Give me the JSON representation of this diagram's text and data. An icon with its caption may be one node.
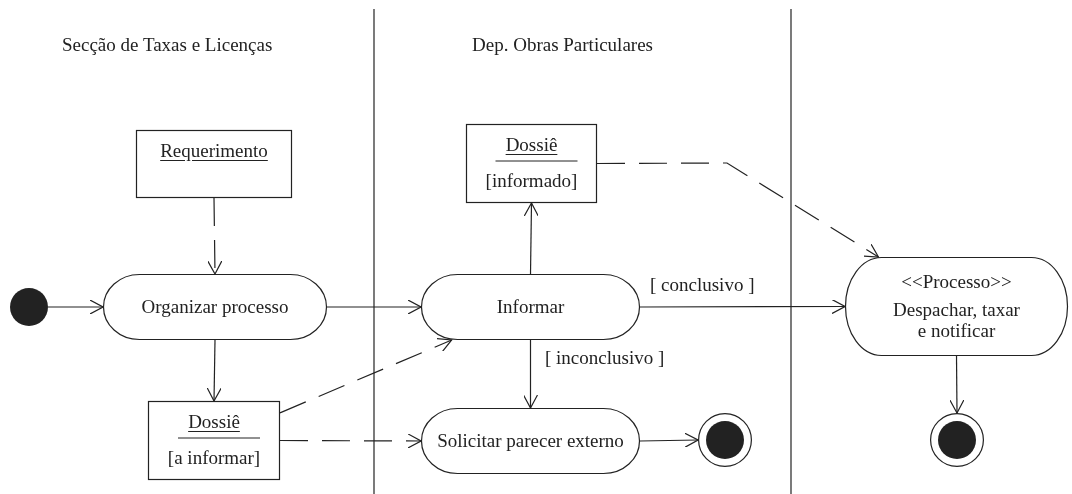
{
  "diagram": {
    "nodes": [
      {
        "text": [],
        "shape": "circle"
      },
      {
        "text": [
          "Requerimento"
        ]
      },
      {
        "text": [
          "Organizar processo"
        ]
      },
      {
        "text": [
          "Dossiê",
          "[a informar]"
        ]
      },
      {
        "text": [
          "Dossiê",
          "[informado]"
        ]
      },
      {
        "text": [
          "Informar"
        ]
      },
      {
        "text": [
          "Solicitar parecer externo"
        ]
      },
      {
        "text": [],
        "shape": "bullseye"
      },
      {
        "text": [
          "<<Processo>>",
          "Despachar, taxar e notificar"
        ]
      },
      {
        "text": [],
        "shape": "bullseye"
      }
    ],
    "edges": [
      {
        "from": 0,
        "to": 2,
        "arrow": "to"
      },
      {
        "from": 1,
        "to": 2,
        "arrow": "to",
        "style": "dashed"
      },
      {
        "from": 2,
        "to": 3,
        "arrow": "to"
      },
      {
        "from": 2,
        "to": 5,
        "arrow": "to"
      },
      {
        "from": 3,
        "to": 5,
        "arrow": "to",
        "style": "dashed"
      },
      {
        "from": 3,
        "to": 6,
        "arrow": "to",
        "style": "dashed"
      },
      {
        "from": 5,
        "to": 4,
        "arrow": "to"
      },
      {
        "from": 5,
        "to": 8,
        "arrow": "to",
        "label": "[ conclusivo ]"
      },
      {
        "from": 5,
        "to": 6,
        "arrow": "to",
        "label": "[ inconclusivo ]"
      },
      {
        "from": 6,
        "to": 7,
        "arrow": "to"
      },
      {
        "from": 4,
        "to": 8,
        "arrow": "to",
        "style": "dashed"
      },
      {
        "from": 8,
        "to": 9,
        "arrow": "to"
      }
    ],
    "labels": [
      "Secção de Taxas e Licenças",
      "Dep. Obras Particulares"
    ]
  }
}
